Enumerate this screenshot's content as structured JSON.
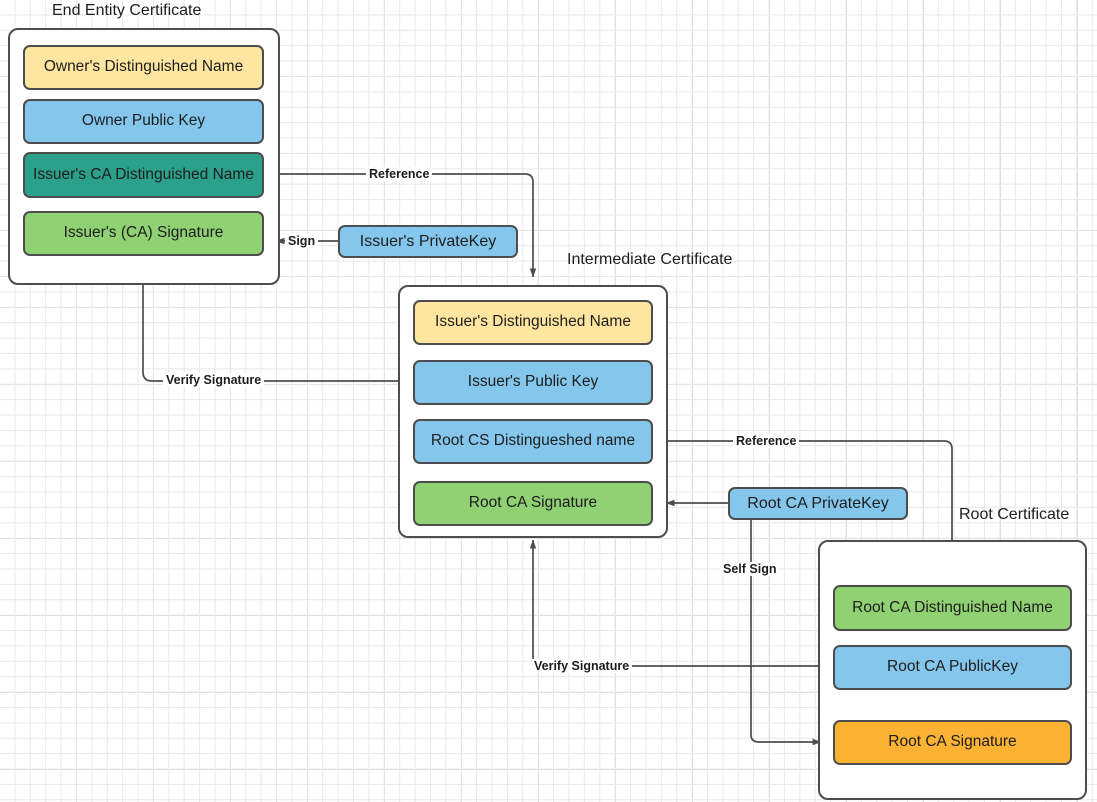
{
  "diagram": {
    "title_labels": [
      {
        "name": "end-entity-certificate",
        "text": "End Entity Certificate"
      },
      {
        "name": "intermediate-certificate",
        "text": "Intermediate Certificate"
      },
      {
        "name": "root-certificate",
        "text": "Root Certificate"
      }
    ]
  },
  "end_entity": {
    "title": "End Entity Certificate",
    "fields": [
      {
        "label": "Owner's Distinguished Name",
        "color": "#ffe6a0"
      },
      {
        "label": "Owner Public  Key",
        "color": "#85c7ec"
      },
      {
        "label": "Issuer's CA Distinguished Name",
        "color": "#2ba08b"
      },
      {
        "label": "Issuer's (CA) Signature",
        "color": "#8fd173"
      }
    ]
  },
  "intermediate": {
    "title": "Intermediate Certificate",
    "fields": [
      {
        "label": "Issuer's Distinguished Name",
        "color": "#ffe6a0"
      },
      {
        "label": "Issuer's Public  Key",
        "color": "#85c7ec"
      },
      {
        "label": "Root CS Distingueshed name",
        "color": "#85c7ec"
      },
      {
        "label": "Root CA Signature",
        "color": "#8fd173"
      }
    ]
  },
  "root": {
    "title": "Root Certificate",
    "fields": [
      {
        "label": "Root CA Distinguished Name",
        "color": "#8fd173"
      },
      {
        "label": "Root CA PublicKey",
        "color": "#85c7ec"
      },
      {
        "label": "Root CA Signature",
        "color": "#fcb232"
      }
    ]
  },
  "keys": [
    {
      "name": "issuer-private-key",
      "label": "Issuer's PrivateKey",
      "color": "#85c7ec"
    },
    {
      "name": "root-ca-private-key",
      "label": "Root CA PrivateKey",
      "color": "#85c7ec"
    }
  ],
  "edges": [
    {
      "name": "reference-end-to-intermediate",
      "label": "Reference"
    },
    {
      "name": "sign-end-entity",
      "label": "Sign"
    },
    {
      "name": "verify-signature-end-entity",
      "label": "Verify Signature"
    },
    {
      "name": "reference-intermediate-to-root",
      "label": "Reference"
    },
    {
      "name": "self-sign-root",
      "label": "Self Sign"
    },
    {
      "name": "verify-signature-intermediate",
      "label": "Verify Signature"
    }
  ],
  "colors": {
    "stroke": "#4d4d4d",
    "text": "#1d1d1d",
    "yellow": "#ffe6a0",
    "blue": "#85c7ec",
    "teal": "#2ba08b",
    "green": "#8fd173",
    "orange": "#fcb232",
    "grid_minor": "#e8e8e8",
    "grid_major": "#d6d6d6"
  }
}
